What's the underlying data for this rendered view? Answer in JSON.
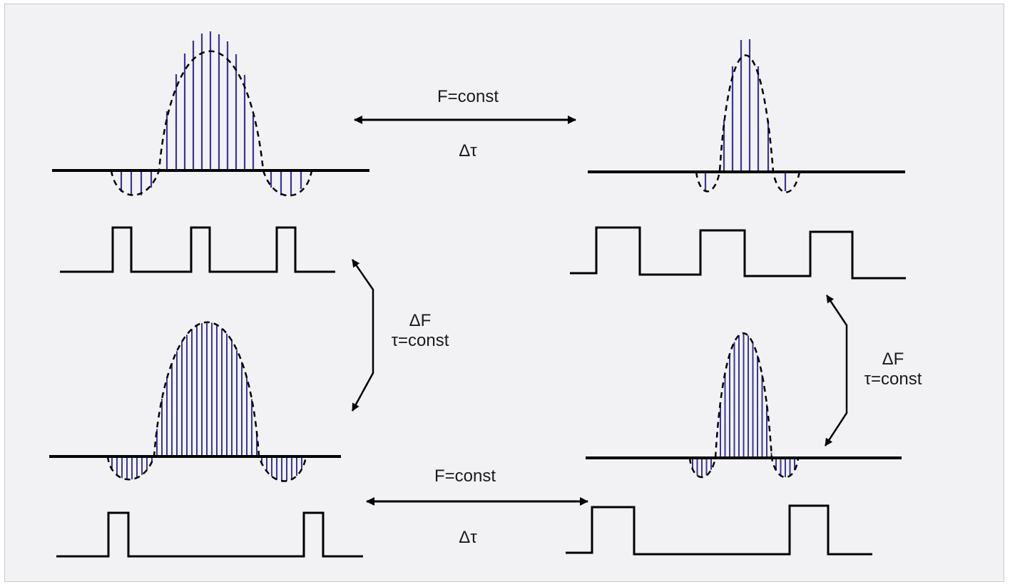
{
  "labels": {
    "top_arrow": {
      "line1": "F=const",
      "line2": "Δτ"
    },
    "bottom_arrow": {
      "line1": "F=const",
      "line2": "Δτ"
    },
    "left_arrow": {
      "line1": "ΔF",
      "line2": "τ=const"
    },
    "right_arrow": {
      "line1": "ΔF",
      "line2": "τ=const"
    }
  },
  "colors": {
    "background": "#f2f2f4",
    "fill_lines": "#3a3599",
    "baseline": "#000000",
    "envelope": "#000000"
  }
}
